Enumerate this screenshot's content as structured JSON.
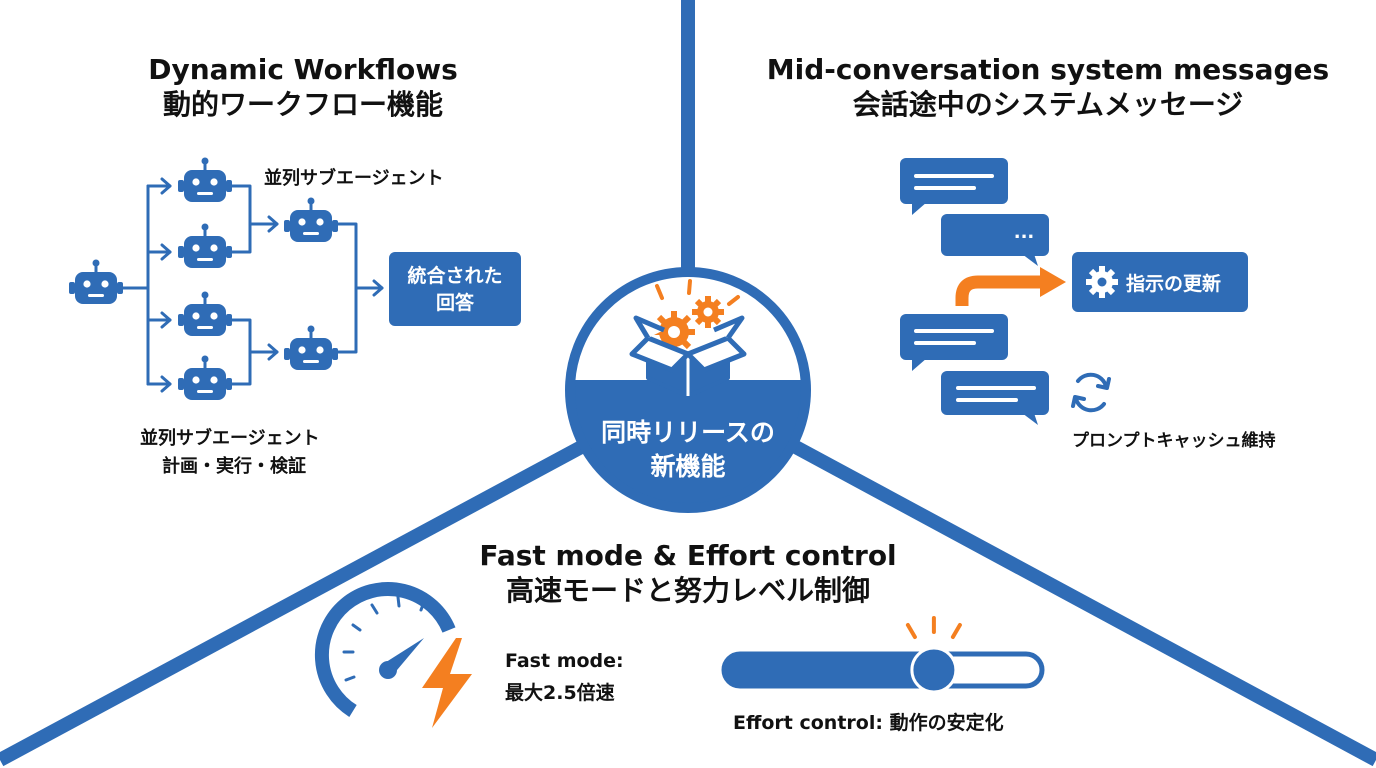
{
  "colors": {
    "primary": "#2f6cb6",
    "accent": "#f47f20",
    "text": "#111111",
    "background": "#ffffff"
  },
  "center": {
    "label_line1": "同時リリースの",
    "label_line2": "新機能",
    "icon": "open-box-with-gears-icon"
  },
  "workflows": {
    "title_en": "Dynamic Workflows",
    "title_ja": "動的ワークフロー機能",
    "parallel_label_top": "並列サブエージェント",
    "parallel_label_bottom": "並列サブエージェント",
    "plan_label": "計画・実行・検証",
    "result_line1": "統合された",
    "result_line2": "回答",
    "icon": "robot-icon"
  },
  "messages": {
    "title_en": "Mid-conversation system messages",
    "title_ja": "会話途中のシステムメッセージ",
    "update_label": "指示の更新",
    "bubble_dots": "...",
    "cache_label": "プロンプトキャッシュ維持",
    "icons": [
      "chat-bubble-icon",
      "gear-icon",
      "refresh-icon"
    ]
  },
  "fastmode": {
    "title_en": "Fast mode & Effort control",
    "title_ja": "高速モードと努力レベル制御",
    "fast_label_line1": "Fast mode:",
    "fast_label_line2": "最大2.5倍速",
    "effort_label": "Effort control: 動作の安定化",
    "effort_level": 0.66,
    "icons": [
      "speedometer-icon",
      "lightning-icon"
    ]
  }
}
